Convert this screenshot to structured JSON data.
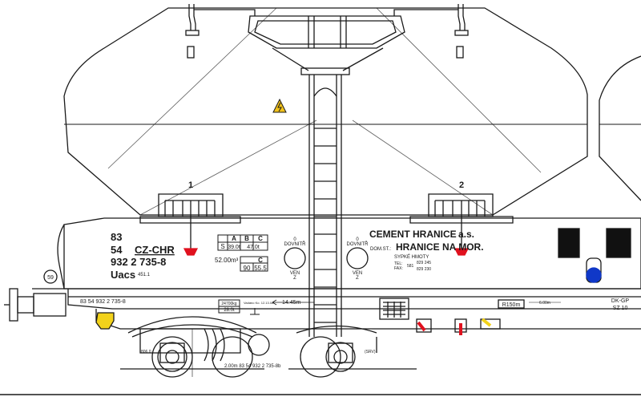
{
  "hoppers": {
    "left_number": "1",
    "right_number": "2"
  },
  "marking": {
    "line1": "83",
    "line2_num": "54",
    "line2_code": "CZ-CHR",
    "line3": "932 2 735-8",
    "class_code": "Uacs",
    "class_sub": "451.1",
    "wheel_badge": "59"
  },
  "load_table": {
    "header": [
      "A",
      "B",
      "C"
    ],
    "row_label": "S",
    "row_values": [
      "39.0t",
      "47.0t"
    ],
    "volume": "52.00m³",
    "row2_c": "C",
    "row2_values": [
      "90",
      "55.5"
    ]
  },
  "valve_left": {
    "top_num": "0",
    "top": "DOVNITŘ",
    "bottom": "VEN",
    "bottom_sub": "Z"
  },
  "valve_right": {
    "top_num": "0",
    "top": "DOVNITŘ",
    "bottom": "VEN",
    "bottom_sub": "Z"
  },
  "owner": {
    "company": "CEMENT HRANICE",
    "company_suffix": "a.s.",
    "station_label": "DOM.ST.:",
    "station": "HRANICE NA MOR.",
    "cargo": "SYPKÉ HMOTY",
    "tel_label": "TEL:",
    "fax_label": "FAX:",
    "tel_prefix": "581",
    "tel": "829 245",
    "fax": "829 230"
  },
  "frame": {
    "number_left": "83 54 932 2 735-8",
    "tare_top": "24700kg",
    "tare_bottom": "28.0t",
    "revision": "Vadáno Ko. 12.13.08",
    "length": "14.45m",
    "radius": "R150m",
    "distance": "6.00m",
    "code1": "DK-GP",
    "code2": "SZ 10",
    "bogie_left": "806.0",
    "bogie_number": "2.00m  83 54 932 2 735-8b",
    "srv": "(SRV)"
  },
  "colors": {
    "line": "#1a1a1a",
    "valve_red": "#e0111e",
    "yellow": "#f2d21b",
    "blue": "#1038c8",
    "warning": "#f2c21b"
  }
}
